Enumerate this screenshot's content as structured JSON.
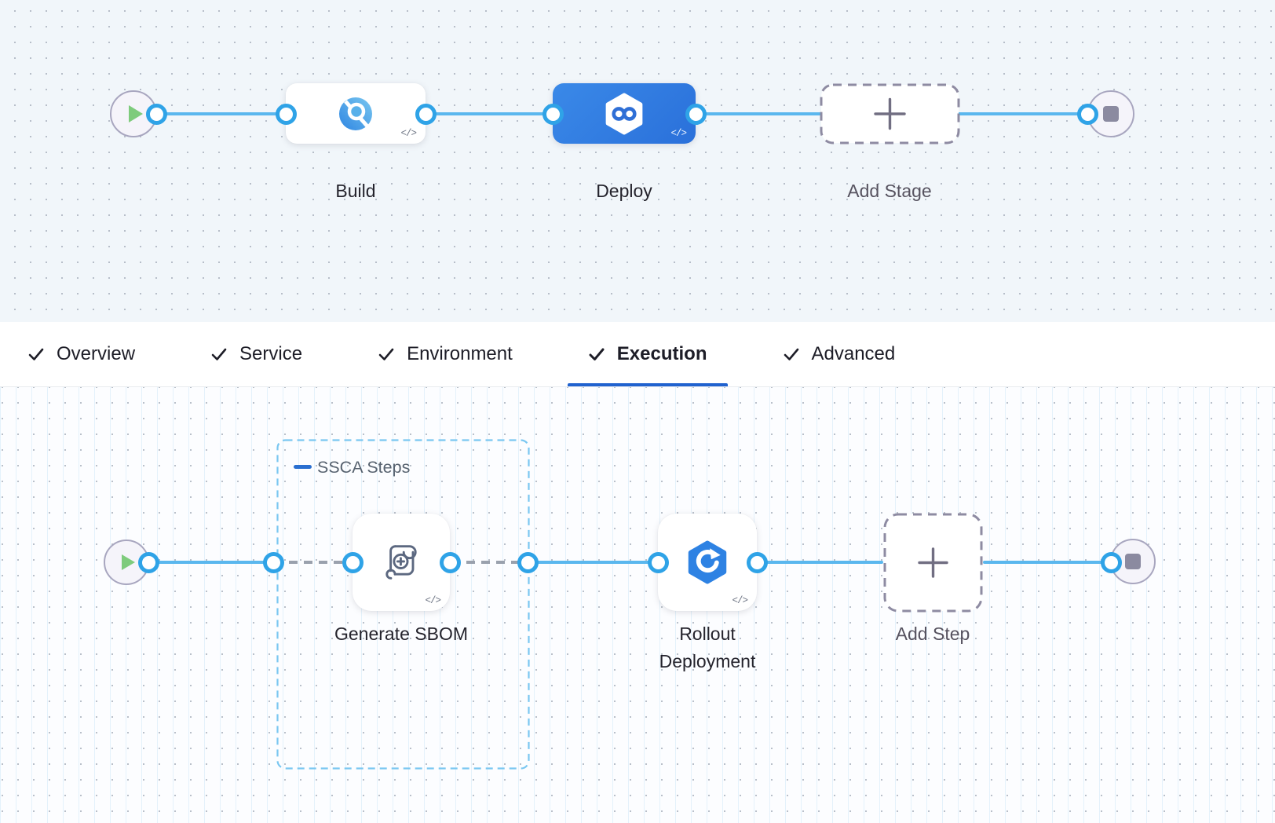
{
  "stage_pipeline": {
    "nodes": [
      {
        "id": "start",
        "type": "start",
        "icon": "play-icon"
      },
      {
        "id": "build",
        "type": "stage",
        "label": "Build",
        "icon": "ci-build-icon",
        "selected": false
      },
      {
        "id": "deploy",
        "type": "stage",
        "label": "Deploy",
        "icon": "cd-deploy-icon",
        "selected": true
      },
      {
        "id": "add-stage",
        "type": "add",
        "label": "Add Stage",
        "icon": "plus-icon"
      },
      {
        "id": "end",
        "type": "end",
        "icon": "stop-icon"
      }
    ],
    "code_toggle": "</>"
  },
  "tabs": [
    {
      "label": "Overview",
      "checked": true,
      "active": false
    },
    {
      "label": "Service",
      "checked": true,
      "active": false
    },
    {
      "label": "Environment",
      "checked": true,
      "active": false
    },
    {
      "label": "Execution",
      "checked": true,
      "active": true
    },
    {
      "label": "Advanced",
      "checked": true,
      "active": false
    }
  ],
  "execution_flow": {
    "group": {
      "label": "SSCA Steps",
      "collapse_control": "minus"
    },
    "steps": [
      {
        "id": "generate-sbom",
        "type": "step",
        "label": "Generate SBOM",
        "icon": "sbom-scroll-icon",
        "in_group": true
      },
      {
        "id": "rollout-deployment",
        "type": "step",
        "label": "Rollout Deployment",
        "icon": "rollout-icon",
        "in_group": false
      },
      {
        "id": "add-step",
        "type": "add",
        "label": "Add Step",
        "icon": "plus-icon"
      }
    ],
    "code_toggle": "</>"
  },
  "colors": {
    "accent_blue": "#2062cf",
    "selected_stage_blue": "#2e7ddf",
    "connector_blue": "#5ab7ee",
    "connector_dash_gray": "#9aa1ad",
    "port_ring": "#2fa3e7",
    "group_dash_blue": "#7ac7f1",
    "play_green": "#7ecb7c",
    "stop_gray": "#8b8aa0",
    "canvas_top_bg": "#f1f6fa",
    "canvas_bottom_bg": "#fcfdff"
  }
}
